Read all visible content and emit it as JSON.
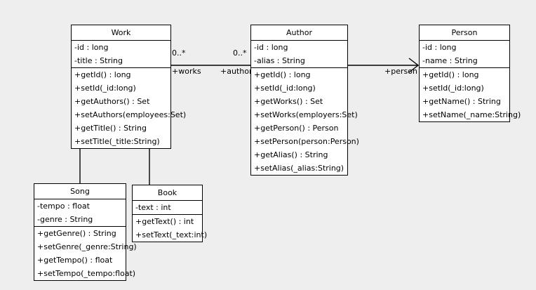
{
  "diagram": {
    "type": "uml-class-diagram",
    "background_color": "#eeeeee",
    "box_fill_color": "#ffffff",
    "line_color": "#000000"
  },
  "classes": {
    "work": {
      "name": "Work",
      "attributes": [
        "-id : long",
        "-title : String"
      ],
      "methods": [
        "+getId() : long",
        "+setId(_id:long)",
        "+getAuthors() : Set",
        "+setAuthors(employees:Set)",
        "+getTitle() : String",
        "+setTitle(_title:String)"
      ]
    },
    "author": {
      "name": "Author",
      "attributes": [
        "-id : long",
        "-alias : String"
      ],
      "methods": [
        "+getId() : long",
        "+setId(_id:long)",
        "+getWorks() : Set",
        "+setWorks(employers:Set)",
        "+getPerson() : Person",
        "+setPerson(person:Person)",
        "+getAlias() : String",
        "+setAlias(_alias:String)"
      ]
    },
    "person": {
      "name": "Person",
      "attributes": [
        "-id : long",
        "-name : String"
      ],
      "methods": [
        "+getId() : long",
        "+setId(_id:long)",
        "+getName() : String",
        "+setName(_name:String)"
      ]
    },
    "song": {
      "name": "Song",
      "attributes": [
        "-tempo : float",
        "-genre : String"
      ],
      "methods": [
        "+getGenre() : String",
        "+setGenre(_genre:String)",
        "+getTempo() : float",
        "+setTempo(_tempo:float)"
      ]
    },
    "book": {
      "name": "Book",
      "attributes": [
        "-text : int"
      ],
      "methods": [
        "+getText() : int",
        "+setText(_text:int)"
      ]
    }
  },
  "associations": {
    "work_author": {
      "source_multiplicity": "0..*",
      "target_multiplicity": "0..*",
      "source_role": "+works",
      "target_role": "+authors"
    },
    "author_person": {
      "target_role": "+person"
    }
  },
  "generalizations": [
    {
      "child": "Song",
      "parent": "Work"
    },
    {
      "child": "Book",
      "parent": "Work"
    }
  ]
}
